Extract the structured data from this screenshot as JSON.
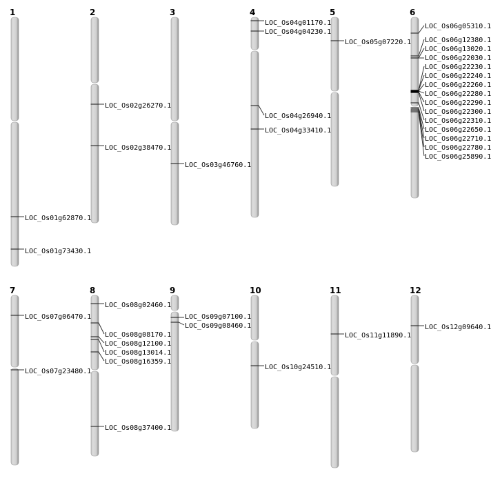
{
  "title": "Rice chromosome gene location map",
  "chromosomes": [
    {
      "name": "1",
      "genes": [
        "LOC_Os01g62870.1",
        "LOC_Os01g73430.1"
      ]
    },
    {
      "name": "2",
      "genes": [
        "LOC_Os02g26270.1",
        "LOC_Os02g38470.1"
      ]
    },
    {
      "name": "3",
      "genes": [
        "LOC_Os03g46760.1"
      ]
    },
    {
      "name": "4",
      "genes": [
        "LOC_Os04g01170.1",
        "LOC_Os04g04230.1",
        "LOC_Os04g26940.1",
        "LOC_Os04g33410.1"
      ]
    },
    {
      "name": "5",
      "genes": [
        "LOC_Os05g07220.1"
      ]
    },
    {
      "name": "6",
      "genes": [
        "LOC_Os06g05310.1",
        "LOC_Os06g12380.1",
        "LOC_Os06g13020.1",
        "LOC_Os06g22030.1",
        "LOC_Os06g22230.1",
        "LOC_Os06g22240.1",
        "LOC_Os06g22260.1",
        "LOC_Os06g22280.1",
        "LOC_Os06g22290.1",
        "LOC_Os06g22300.1",
        "LOC_Os06g22310.1",
        "LOC_Os06g22650.1",
        "LOC_Os06g22710.1",
        "LOC_Os06g22780.1",
        "LOC_Os06g25890.1"
      ]
    },
    {
      "name": "7",
      "genes": [
        "LOC_Os07g06470.1",
        "LOC_Os07g23480.1"
      ]
    },
    {
      "name": "8",
      "genes": [
        "LOC_Os08g02460.1",
        "LOC_Os08g08170.1",
        "LOC_Os08g12100.1",
        "LOC_Os08g13014.1",
        "LOC_Os08g16359.1",
        "LOC_Os08g37400.1"
      ]
    },
    {
      "name": "9",
      "genes": [
        "LOC_Os09g07100.1",
        "LOC_Os09g08460.1"
      ]
    },
    {
      "name": "10",
      "genes": [
        "LOC_Os10g24510.1"
      ]
    },
    {
      "name": "11",
      "genes": [
        "LOC_Os11g11890.1"
      ]
    },
    {
      "name": "12",
      "genes": [
        "LOC_Os12g09640.1"
      ]
    }
  ]
}
